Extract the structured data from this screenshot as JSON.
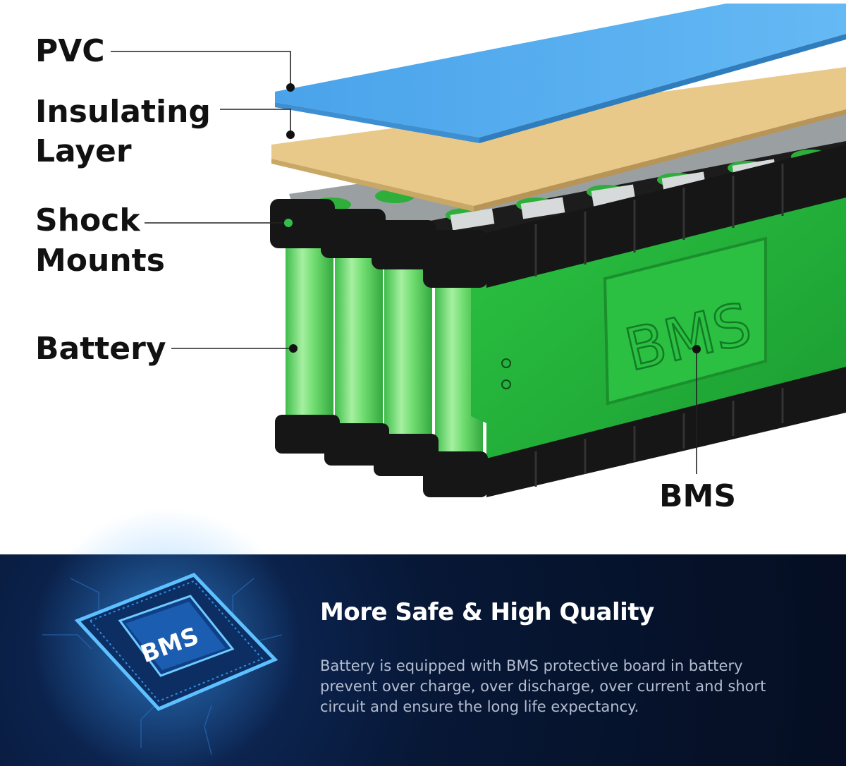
{
  "labels": {
    "pvc": "PVC",
    "insulating_line1": "Insulating",
    "insulating_line2": "Layer",
    "shock_line1": "Shock",
    "shock_line2": "Mounts",
    "battery": "Battery",
    "bms": "BMS"
  },
  "bms_board_text": "BMS",
  "chip_text": "BMS",
  "headline": "More Safe & High Quality",
  "description": "Battery is equipped with BMS protective board in battery prevent over charge, over discharge, over current and short circuit and ensure the long life expectancy.",
  "colors": {
    "pvc": "#55aef0",
    "insulating": "#e8c98a",
    "cell_green": "#6bd96b",
    "board_green": "#23b53a",
    "holder_black": "#161616",
    "panel_bg": "#071735",
    "chip_glow": "#3fa7ff"
  }
}
